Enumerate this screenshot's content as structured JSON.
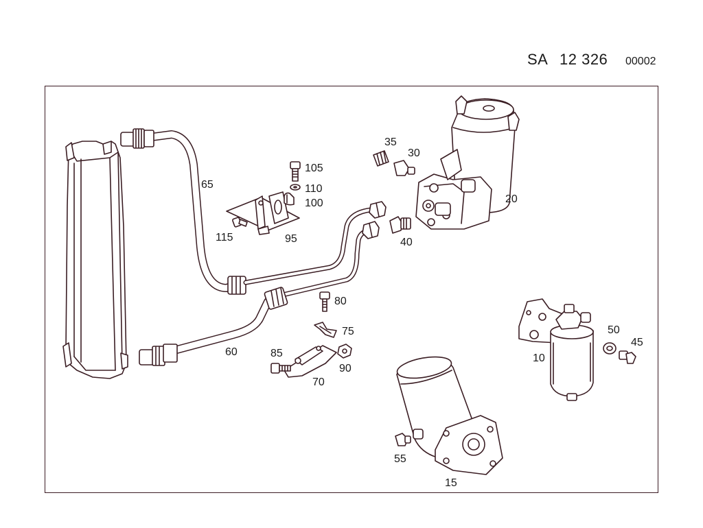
{
  "header": {
    "prefix": "SA",
    "number": "12 326",
    "sheet": "00002"
  },
  "callouts": {
    "c10": "10",
    "c15": "15",
    "c20": "20",
    "c30": "30",
    "c35": "35",
    "c40": "40",
    "c45": "45",
    "c50": "50",
    "c55": "55",
    "c60": "60",
    "c65": "65",
    "c70": "70",
    "c75": "75",
    "c80": "80",
    "c85": "85",
    "c90": "90",
    "c95": "95",
    "c100": "100",
    "c105": "105",
    "c110": "110",
    "c115": "115"
  }
}
